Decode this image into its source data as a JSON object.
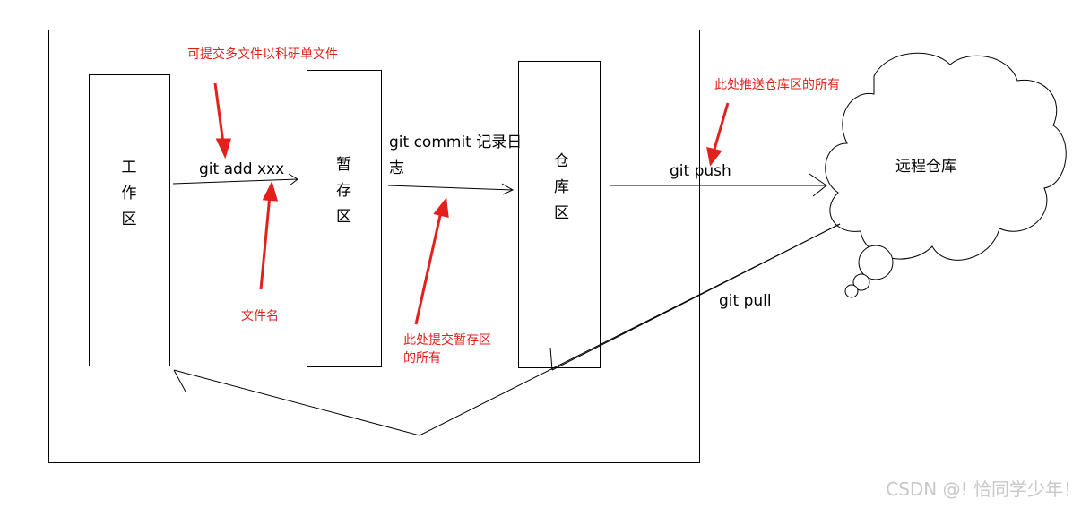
{
  "boxes": {
    "workspace": "工\n作\n区",
    "staging": "暂\n存\n区",
    "repository": "仓\n库\n区"
  },
  "cloud_label": "远程仓库",
  "labels": {
    "git_add": "git add xxx",
    "git_commit": "git commit 记录日志",
    "git_push": "git push",
    "git_pull": "git pull"
  },
  "notes": {
    "multi_files": "可提交多文件以科研单文件",
    "file_name": "文件名",
    "commit_all": "此处提交暂存区的所有",
    "push_all": "此处推送仓库区的所有"
  },
  "colors": {
    "annotation": "#e3201b",
    "stroke": "#000000",
    "watermark": "#c8c8c8"
  },
  "watermark": "CSDN @! 恰同学少年！"
}
